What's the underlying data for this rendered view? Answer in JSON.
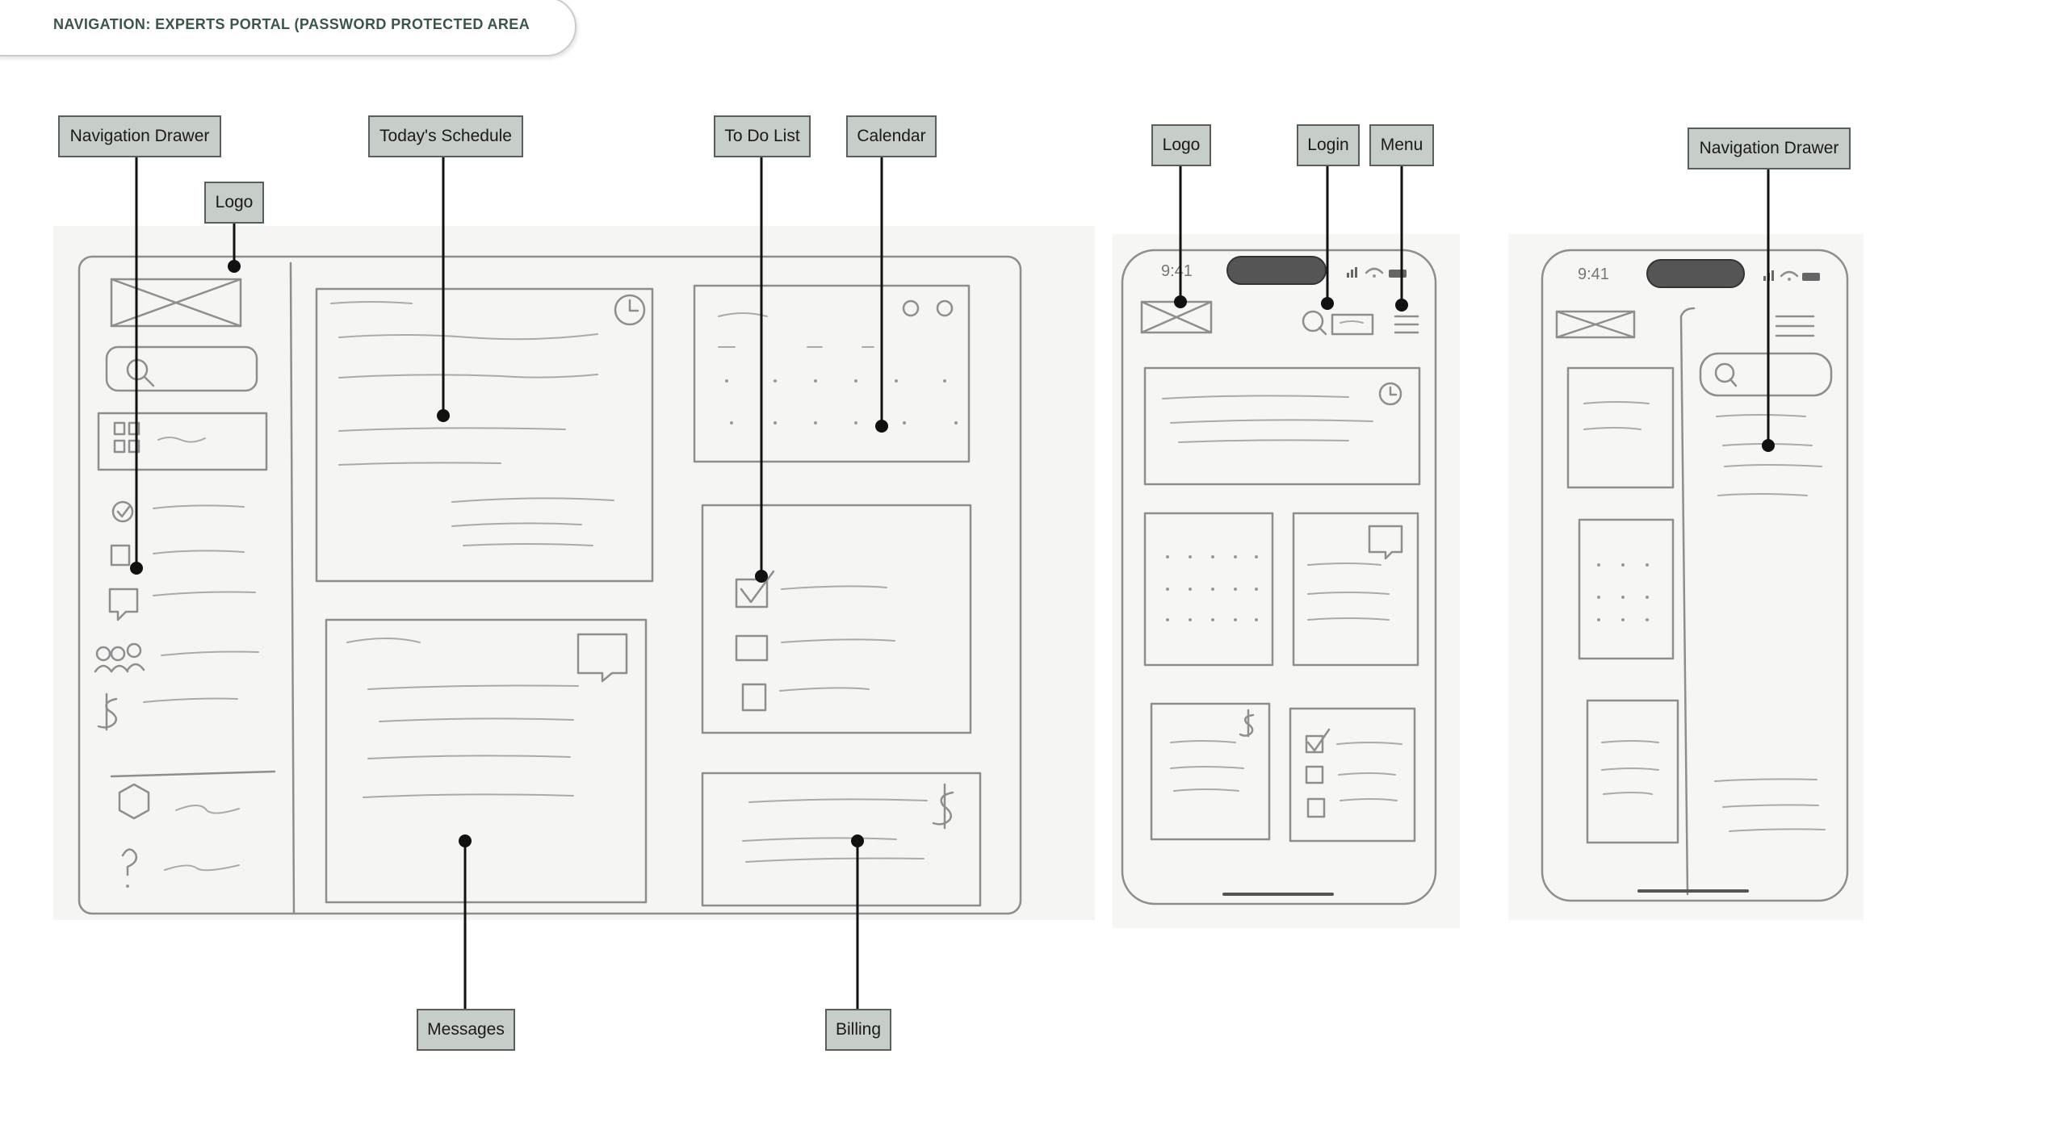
{
  "header": {
    "title": "NAVIGATION: EXPERTS PORTAL (PASSWORD PROTECTED AREA"
  },
  "desktop": {
    "labels": {
      "navigation_drawer": "Navigation Drawer",
      "logo": "Logo",
      "todays_schedule": "Today's Schedule",
      "to_do_list": "To Do List",
      "calendar": "Calendar",
      "messages": "Messages",
      "billing": "Billing"
    }
  },
  "mobile": {
    "status_time": "9:41",
    "labels": {
      "logo": "Logo",
      "login": "Login",
      "menu": "Menu"
    }
  },
  "mobile_drawer": {
    "status_time": "9:41",
    "labels": {
      "navigation_drawer": "Navigation Drawer"
    }
  },
  "colors": {
    "label_fill": "#c7cdc8",
    "label_border": "#59605a",
    "header_text": "#3d5549",
    "pencil": "#8a8a8a",
    "connector": "#111111"
  }
}
